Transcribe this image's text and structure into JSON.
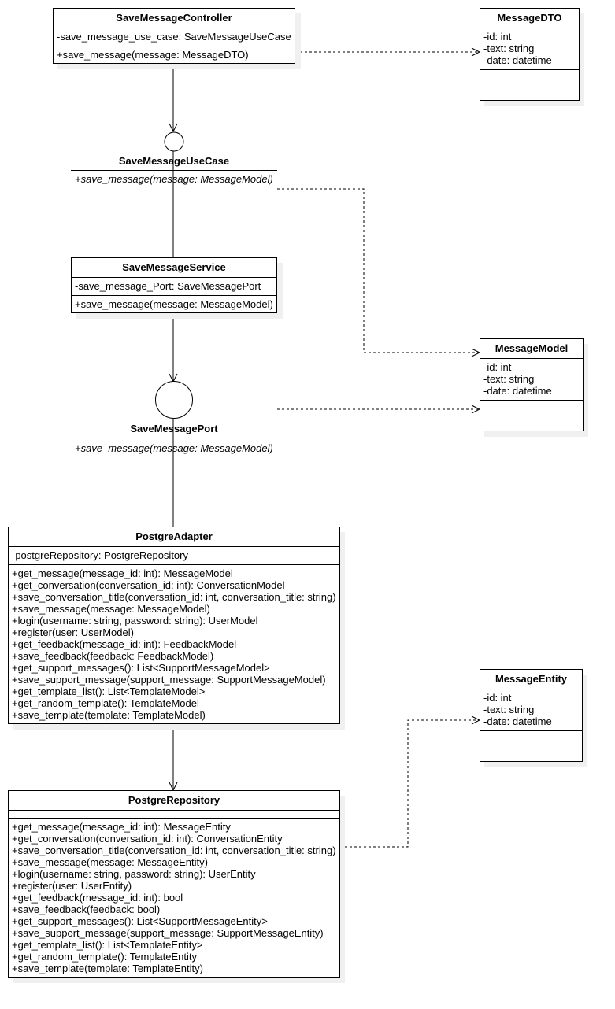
{
  "classes": {
    "controller": {
      "name": "SaveMessageController",
      "attributes": [
        "-save_message_use_case: SaveMessageUseCase"
      ],
      "methods": [
        "+save_message(message: MessageDTO)"
      ]
    },
    "dto": {
      "name": "MessageDTO",
      "attributes": [
        "-id: int",
        "-text: string",
        "-date: datetime"
      ],
      "methods": []
    },
    "service": {
      "name": "SaveMessageService",
      "attributes": [
        "-save_message_Port: SaveMessagePort"
      ],
      "methods": [
        "+save_message(message: MessageModel)"
      ]
    },
    "model": {
      "name": "MessageModel",
      "attributes": [
        "-id: int",
        "-text: string",
        "-date: datetime"
      ],
      "methods": []
    },
    "adapter": {
      "name": "PostgreAdapter",
      "attributes": [
        "-postgreRepository: PostgreRepository"
      ],
      "methods": [
        "+get_message(message_id: int): MessageModel",
        "+get_conversation(conversation_id: int): ConversationModel",
        "+save_conversation_title(conversation_id: int, conversation_title: string)",
        "+save_message(message: MessageModel)",
        "+login(username: string, password: string): UserModel",
        "+register(user: UserModel)",
        "+get_feedback(message_id: int): FeedbackModel",
        "+save_feedback(feedback: FeedbackModel)",
        "+get_support_messages(): List<SupportMessageModel>",
        "+save_support_message(support_message: SupportMessageModel)",
        "+get_template_list(): List<TemplateModel>",
        "+get_random_template(): TemplateModel",
        "+save_template(template: TemplateModel)"
      ]
    },
    "entity": {
      "name": "MessageEntity",
      "attributes": [
        "-id: int",
        "-text: string",
        "-date: datetime"
      ],
      "methods": []
    },
    "repository": {
      "name": "PostgreRepository",
      "attributes": [],
      "methods": [
        "+get_message(message_id: int): MessageEntity",
        "+get_conversation(conversation_id: int): ConversationEntity",
        "+save_conversation_title(conversation_id: int, conversation_title: string)",
        "+save_message(message: MessageEntity)",
        "+login(username: string, password: string): UserEntity",
        "+register(user: UserEntity)",
        "+get_feedback(message_id: int): bool",
        "+save_feedback(feedback: bool)",
        "+get_support_messages(): List<SupportMessageEntity>",
        "+save_support_message(support_message: SupportMessageEntity)",
        "+get_template_list(): List<TemplateEntity>",
        "+get_random_template(): TemplateEntity",
        "+save_template(template: TemplateEntity)"
      ]
    }
  },
  "interfaces": {
    "usecase": {
      "name": "SaveMessageUseCase",
      "operation": "+save_message(message: MessageModel)"
    },
    "port": {
      "name": "SaveMessagePort",
      "operation": "+save_message(message: MessageModel)"
    }
  }
}
